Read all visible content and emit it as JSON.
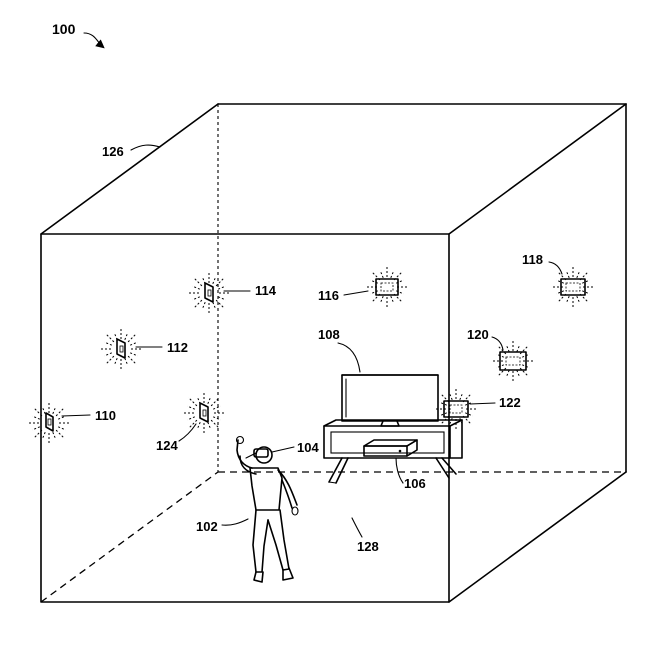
{
  "labels": {
    "fig": "100",
    "room_ceiling": "126",
    "user": "102",
    "headset": "104",
    "console": "106",
    "tv": "108",
    "marker_a": "110",
    "marker_b": "112",
    "marker_c": "114",
    "marker_d": "116",
    "marker_e": "118",
    "marker_f": "120",
    "marker_g": "122",
    "marker_h": "124",
    "floor": "128"
  }
}
